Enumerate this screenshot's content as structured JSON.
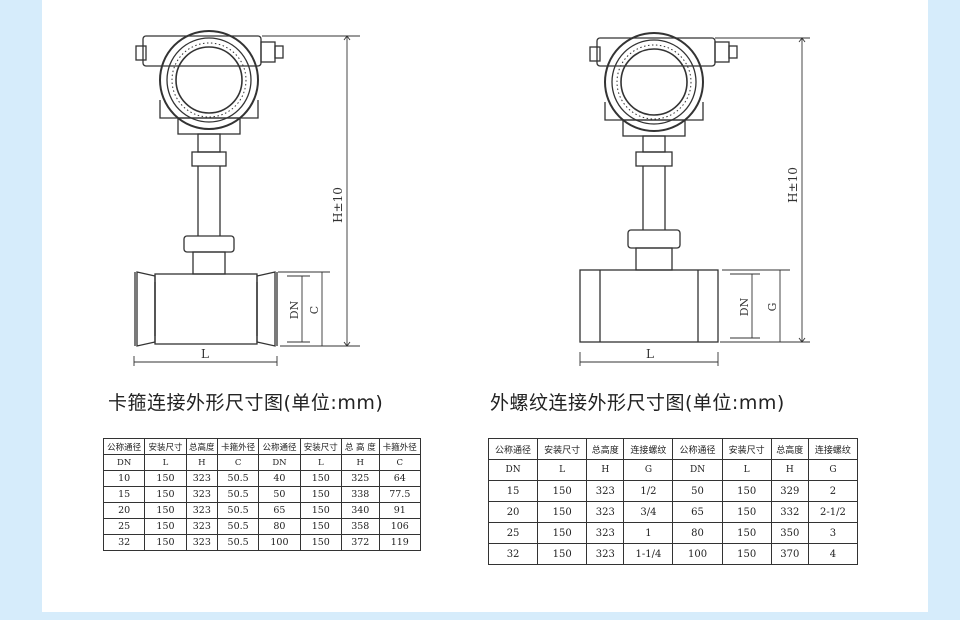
{
  "left_drawing": {
    "caption": "卡箍连接外形尺寸图(单位:mm)",
    "dim_h": "H±10",
    "dim_dn": "DN",
    "dim_c": "C",
    "dim_l": "L"
  },
  "right_drawing": {
    "caption": "外螺纹连接外形尺寸图(单位:mm)",
    "dim_h": "H±10",
    "dim_dn": "DN",
    "dim_g": "G",
    "dim_l": "L"
  },
  "left_table": {
    "header_cn": [
      "公称通径",
      "安装尺寸",
      "总高度",
      "卡箍外径",
      "公称通径",
      "安装尺寸",
      "总 高 度",
      "卡箍外径"
    ],
    "header_sym": [
      "DN",
      "L",
      "H",
      "C",
      "DN",
      "L",
      "H",
      "C"
    ],
    "rows": [
      [
        "10",
        "150",
        "323",
        "50.5",
        "40",
        "150",
        "325",
        "64"
      ],
      [
        "15",
        "150",
        "323",
        "50.5",
        "50",
        "150",
        "338",
        "77.5"
      ],
      [
        "20",
        "150",
        "323",
        "50.5",
        "65",
        "150",
        "340",
        "91"
      ],
      [
        "25",
        "150",
        "323",
        "50.5",
        "80",
        "150",
        "358",
        "106"
      ],
      [
        "32",
        "150",
        "323",
        "50.5",
        "100",
        "150",
        "372",
        "119"
      ]
    ]
  },
  "right_table": {
    "header_cn": [
      "公称通径",
      "安装尺寸",
      "总高度",
      "连接螺纹",
      "公称通径",
      "安装尺寸",
      "总高度",
      "连接螺纹"
    ],
    "header_sym": [
      "DN",
      "L",
      "H",
      "G",
      "DN",
      "L",
      "H",
      "G"
    ],
    "rows": [
      [
        "15",
        "150",
        "323",
        "1/2",
        "50",
        "150",
        "329",
        "2"
      ],
      [
        "20",
        "150",
        "323",
        "3/4",
        "65",
        "150",
        "332",
        "2-1/2"
      ],
      [
        "25",
        "150",
        "323",
        "1",
        "80",
        "150",
        "350",
        "3"
      ],
      [
        "32",
        "150",
        "323",
        "1-1/4",
        "100",
        "150",
        "370",
        "4"
      ]
    ]
  }
}
